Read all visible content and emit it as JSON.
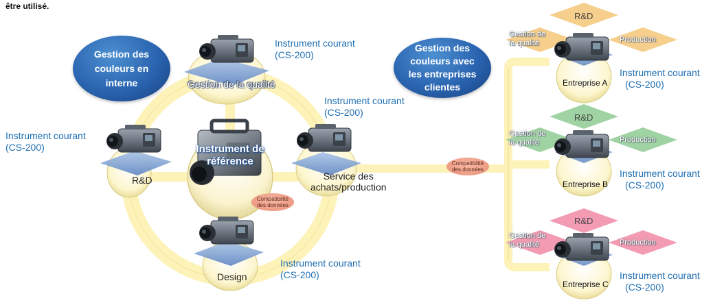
{
  "caption": "être utilisé.",
  "bubbles": {
    "internal": "Gestion des\ncouleurs en\ninterne",
    "clients": "Gestion des\ncouleurs avec\nles entreprises\nclientes"
  },
  "reference": {
    "label": "Instrument de\nréférence",
    "compat": "Compatibilité\ndes données"
  },
  "link_compat": "Compatibilité\ndes données",
  "departments": {
    "quality": "Gestion de la qualité",
    "rd": "R&D",
    "service": "Service des\nachats/production",
    "design": "Design"
  },
  "instrument": {
    "name": "Instrument courant",
    "model": "(CS-200)"
  },
  "companies": [
    {
      "name": "Entreprise A",
      "rd": "R&D",
      "quality": "Gestion de\nla qualité",
      "production": "Production",
      "color": "#f6cf8c"
    },
    {
      "name": "Entreprise B",
      "rd": "R&D",
      "quality": "Gestion de\nla qualité",
      "production": "Production",
      "color": "#9fd3a3"
    },
    {
      "name": "Entreprise C",
      "rd": "R&D",
      "quality": "Gestion de\nla qualité",
      "production": "Production",
      "color": "#f29bb3"
    }
  ],
  "colors": {
    "accent_blue": "#1f6fb3",
    "ring": "#fdf2b8",
    "bubble": "#2a64b0"
  }
}
